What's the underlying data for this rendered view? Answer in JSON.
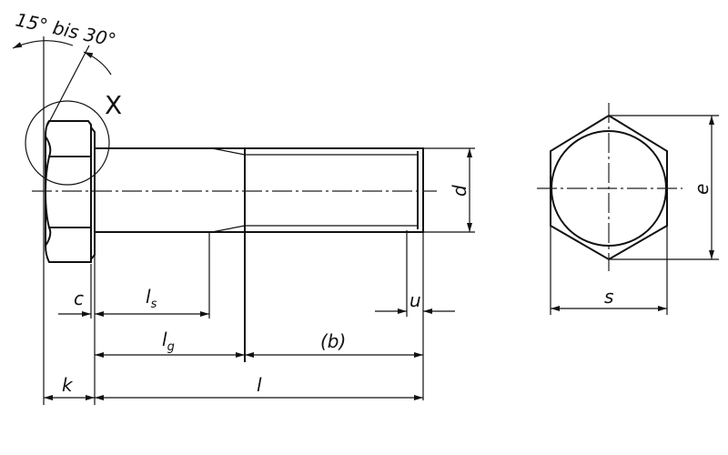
{
  "angle_label": "15° bis 30°",
  "detail_label": "X",
  "dimensions": {
    "c": "c",
    "ls": {
      "main": "l",
      "sub": "s"
    },
    "lg": {
      "main": "l",
      "sub": "g"
    },
    "k": "k",
    "l": "l",
    "b": "(b)",
    "u": "u",
    "d": "d",
    "s": "s",
    "e": "e"
  }
}
